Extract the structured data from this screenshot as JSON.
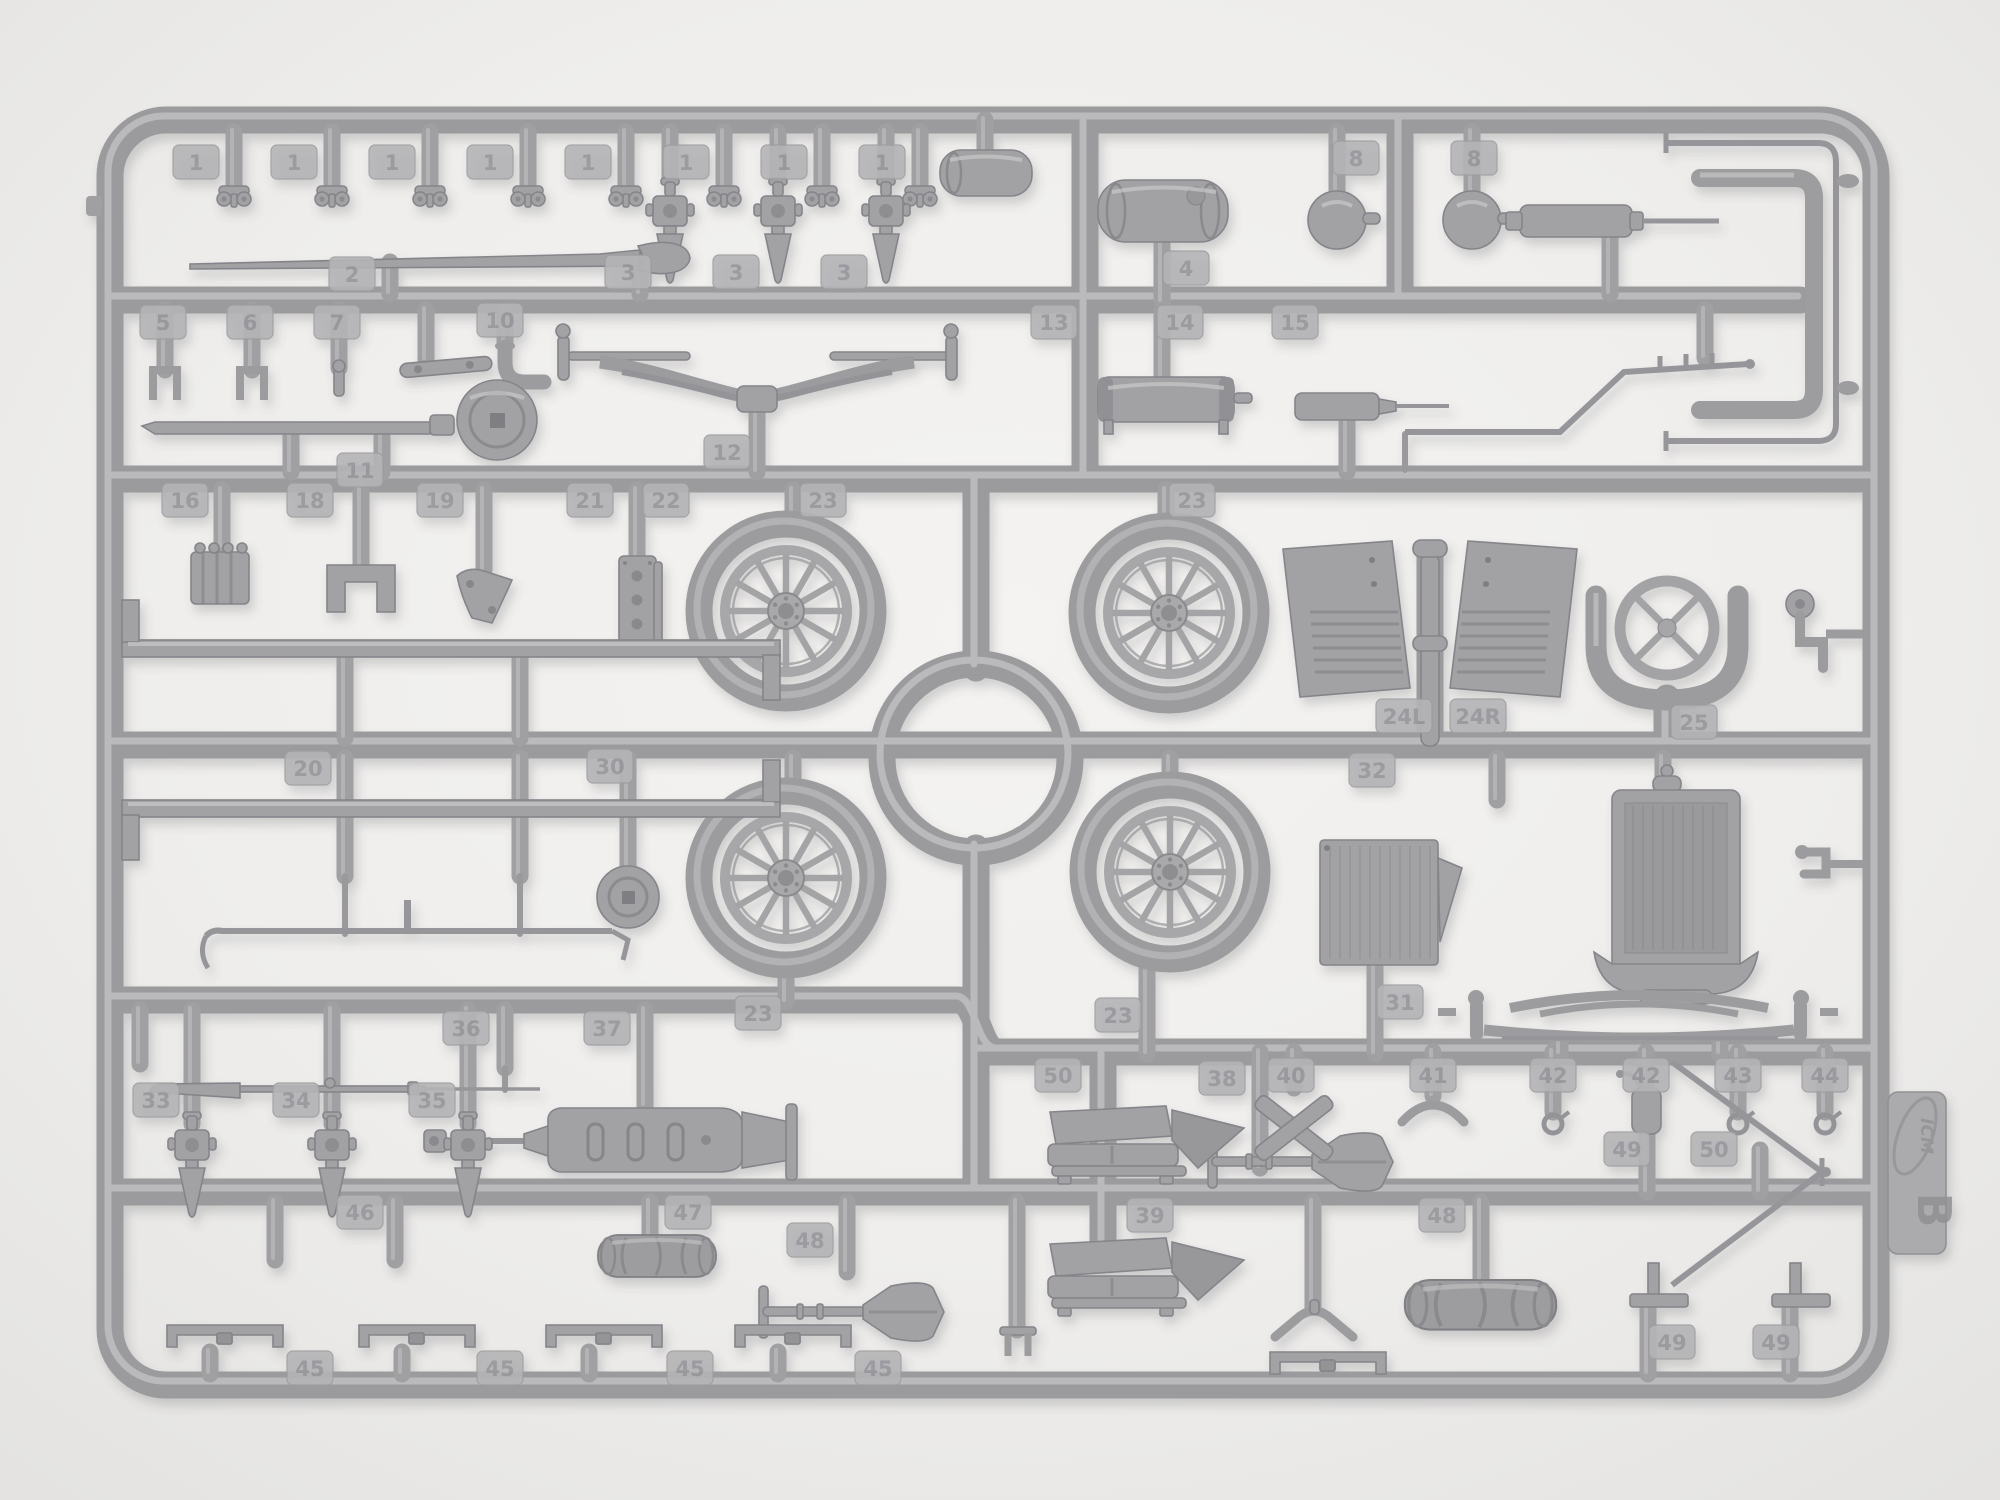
{
  "scene": {
    "kind": "photograph",
    "subject": "Gray injection-molded polystyrene model kit sprue (parts runner) photographed on a light background",
    "sprue_letter": "B",
    "background_color": "#f1f0ee",
    "plastic_color": "#a2a2a4",
    "plastic_highlight": "#c6c6c8",
    "plastic_shadow": "#7d7d81",
    "tab_color": "#b4b4b6"
  },
  "sprue_tag": {
    "letter": "B",
    "logo": "ICM"
  },
  "tabs": [
    "1",
    "1",
    "1",
    "1",
    "1",
    "1",
    "1",
    "1",
    "2",
    "3",
    "3",
    "3",
    "4",
    "8",
    "8",
    "5",
    "6",
    "7",
    "10",
    "13",
    "14",
    "15",
    "11",
    "12",
    "16",
    "18",
    "19",
    "21",
    "22",
    "23",
    "23",
    "24L",
    "24R",
    "25",
    "20",
    "30",
    "32",
    "23",
    "23",
    "31",
    "33",
    "34",
    "35",
    "36",
    "37",
    "50",
    "38",
    "40",
    "41",
    "42",
    "42",
    "43",
    "44",
    "46",
    "47",
    "48",
    "39",
    "48",
    "49",
    "50",
    "45",
    "45",
    "45",
    "45",
    "49",
    "49"
  ],
  "parts": [
    {
      "name": "spring-shackle",
      "qty": 8
    },
    {
      "name": "side-lamp",
      "qty": 6
    },
    {
      "name": "tire-lever",
      "qty": 2
    },
    {
      "name": "cylindrical-tank-small",
      "qty": 1
    },
    {
      "name": "fuel-tank",
      "qty": 1
    },
    {
      "name": "bulb-horn",
      "qty": 2
    },
    {
      "name": "grease-gun",
      "qty": 2
    },
    {
      "name": "exhaust-pipe-assembly",
      "qty": 1
    },
    {
      "name": "spring-clevis-fork",
      "qty": 2
    },
    {
      "name": "pin-fitting",
      "qty": 1
    },
    {
      "name": "handbrake-lever",
      "qty": 1
    },
    {
      "name": "elbow-pipe",
      "qty": 1
    },
    {
      "name": "starting-crank-with-disc",
      "qty": 1
    },
    {
      "name": "front-radius-rod-wishbone",
      "qty": 1
    },
    {
      "name": "muffler",
      "qty": 1
    },
    {
      "name": "brake-rod-linkage",
      "qty": 1
    },
    {
      "name": "engine-block",
      "qty": 1
    },
    {
      "name": "channel-bracket",
      "qty": 1
    },
    {
      "name": "curved-bracket",
      "qty": 1
    },
    {
      "name": "ignition-coil-box",
      "qty": 1
    },
    {
      "name": "spoked-road-wheel",
      "qty": 4
    },
    {
      "name": "hood-side-panel-louvered",
      "qty": 2
    },
    {
      "name": "steering-wheel-with-column-bracket",
      "qty": 1
    },
    {
      "name": "crank-handle",
      "qty": 2
    },
    {
      "name": "chassis-rail",
      "qty": 2
    },
    {
      "name": "track-rod",
      "qty": 1
    },
    {
      "name": "hub-plate-disc",
      "qty": 1
    },
    {
      "name": "radiator-core",
      "qty": 1
    },
    {
      "name": "radiator-shell",
      "qty": 1
    },
    {
      "name": "front-axle-with-leaf-spring",
      "qty": 1
    },
    {
      "name": "rifle",
      "qty": 1
    },
    {
      "name": "jack-handle-tool",
      "qty": 1
    },
    {
      "name": "engine-oil-pan",
      "qty": 1
    },
    {
      "name": "shovel",
      "qty": 2
    },
    {
      "name": "canvas-roll",
      "qty": 2
    },
    {
      "name": "seat-frame",
      "qty": 2
    },
    {
      "name": "x-brace",
      "qty": 1
    },
    {
      "name": "spring-clip-arch",
      "qty": 1
    },
    {
      "name": "eyelet-pin",
      "qty": 3
    },
    {
      "name": "fire-extinguisher-bottle",
      "qty": 1
    },
    {
      "name": "tow-fork",
      "qty": 1
    },
    {
      "name": "v-bracket",
      "qty": 1
    },
    {
      "name": "l-bracket",
      "qty": 2
    },
    {
      "name": "running-board-bracket",
      "qty": 5
    },
    {
      "name": "whip-rod-arrow",
      "qty": 1
    },
    {
      "name": "circular-runner-ring",
      "qty": 1
    }
  ]
}
